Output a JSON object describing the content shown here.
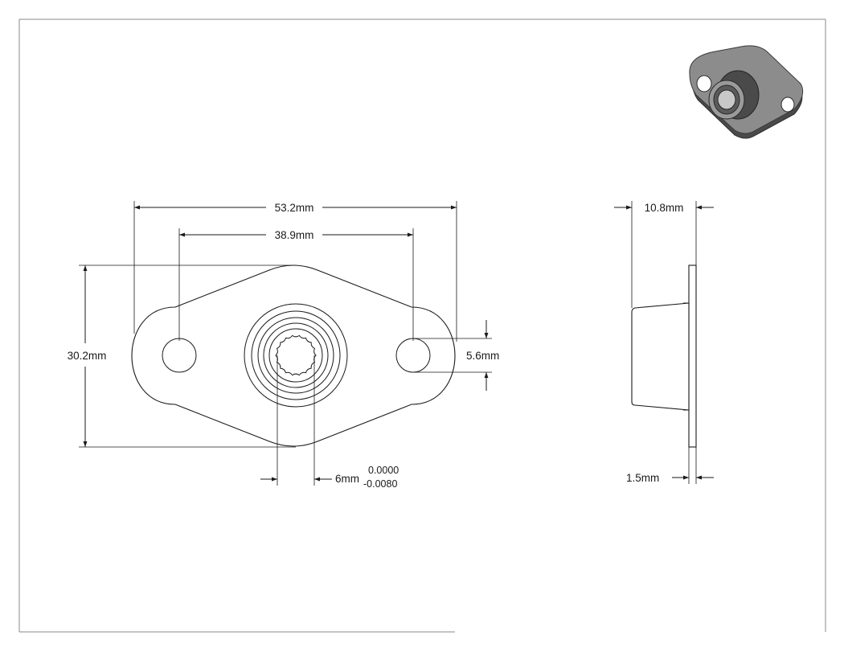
{
  "drawing": {
    "dimensions": {
      "overall_length": "53.2mm",
      "hole_spacing": "38.9mm",
      "overall_height": "30.2mm",
      "hole_diameter": "5.6mm",
      "flange_width": "10.8mm",
      "flange_thickness": "1.5mm",
      "bore_diameter": "6mm",
      "bore_tolerance_upper": "0.0000",
      "bore_tolerance_lower": "-0.0080"
    },
    "colors": {
      "line": "#1a1a1a",
      "frame": "#8a8a8a",
      "iso_dark": "#4a4a4a",
      "iso_mid": "#8c8c8c",
      "iso_light": "#c8c8c8"
    }
  }
}
